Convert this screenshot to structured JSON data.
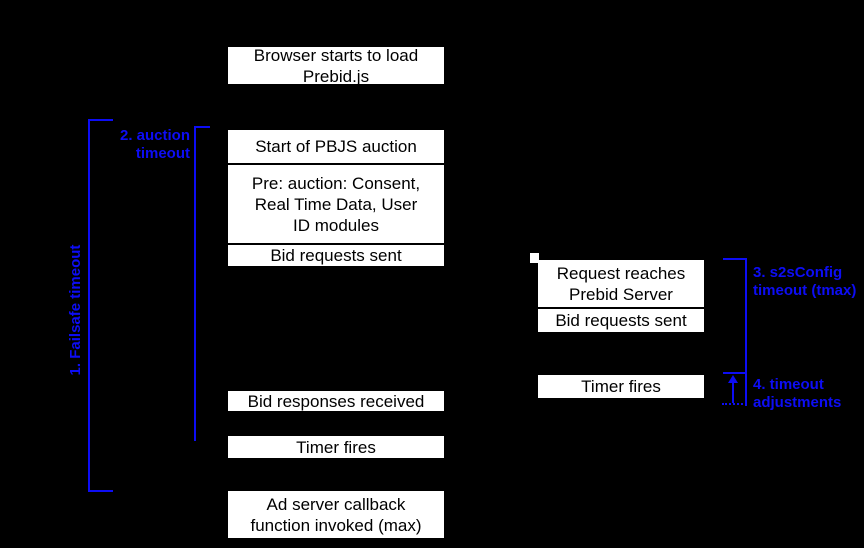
{
  "theme": {
    "background": "#000000",
    "box_fill": "#ffffff",
    "box_border": "#000000",
    "box_text": "#000000",
    "accent_blue": "#0d0df5"
  },
  "boxes": {
    "browser_load": {
      "text": "Browser starts to load\nPrebid.js"
    },
    "start_auction": {
      "text": "Start of PBJS auction"
    },
    "pre_auction": {
      "text": "Pre: auction: Consent,\nReal Time Data, User\nID modules"
    },
    "bid_requests_client": {
      "text": "Bid requests sent"
    },
    "bid_responses": {
      "text": "Bid responses received"
    },
    "timer_client": {
      "text": "Timer fires"
    },
    "ad_server_callback": {
      "text": "Ad server callback\nfunction invoked (max)"
    },
    "request_reaches_server": {
      "text": "Request reaches\nPrebid Server"
    },
    "bid_requests_server": {
      "text": "Bid requests sent"
    },
    "timer_server": {
      "text": "Timer fires"
    }
  },
  "annotations": {
    "failsafe_timeout": {
      "text": "1. Failsafe timeout"
    },
    "auction_timeout": {
      "text": "2. auction\ntimeout"
    },
    "s2s_timeout": {
      "text": "3. s2sConfig\ntimeout (tmax)"
    },
    "timeout_adjustments": {
      "text": "4. timeout\nadjustments"
    }
  }
}
